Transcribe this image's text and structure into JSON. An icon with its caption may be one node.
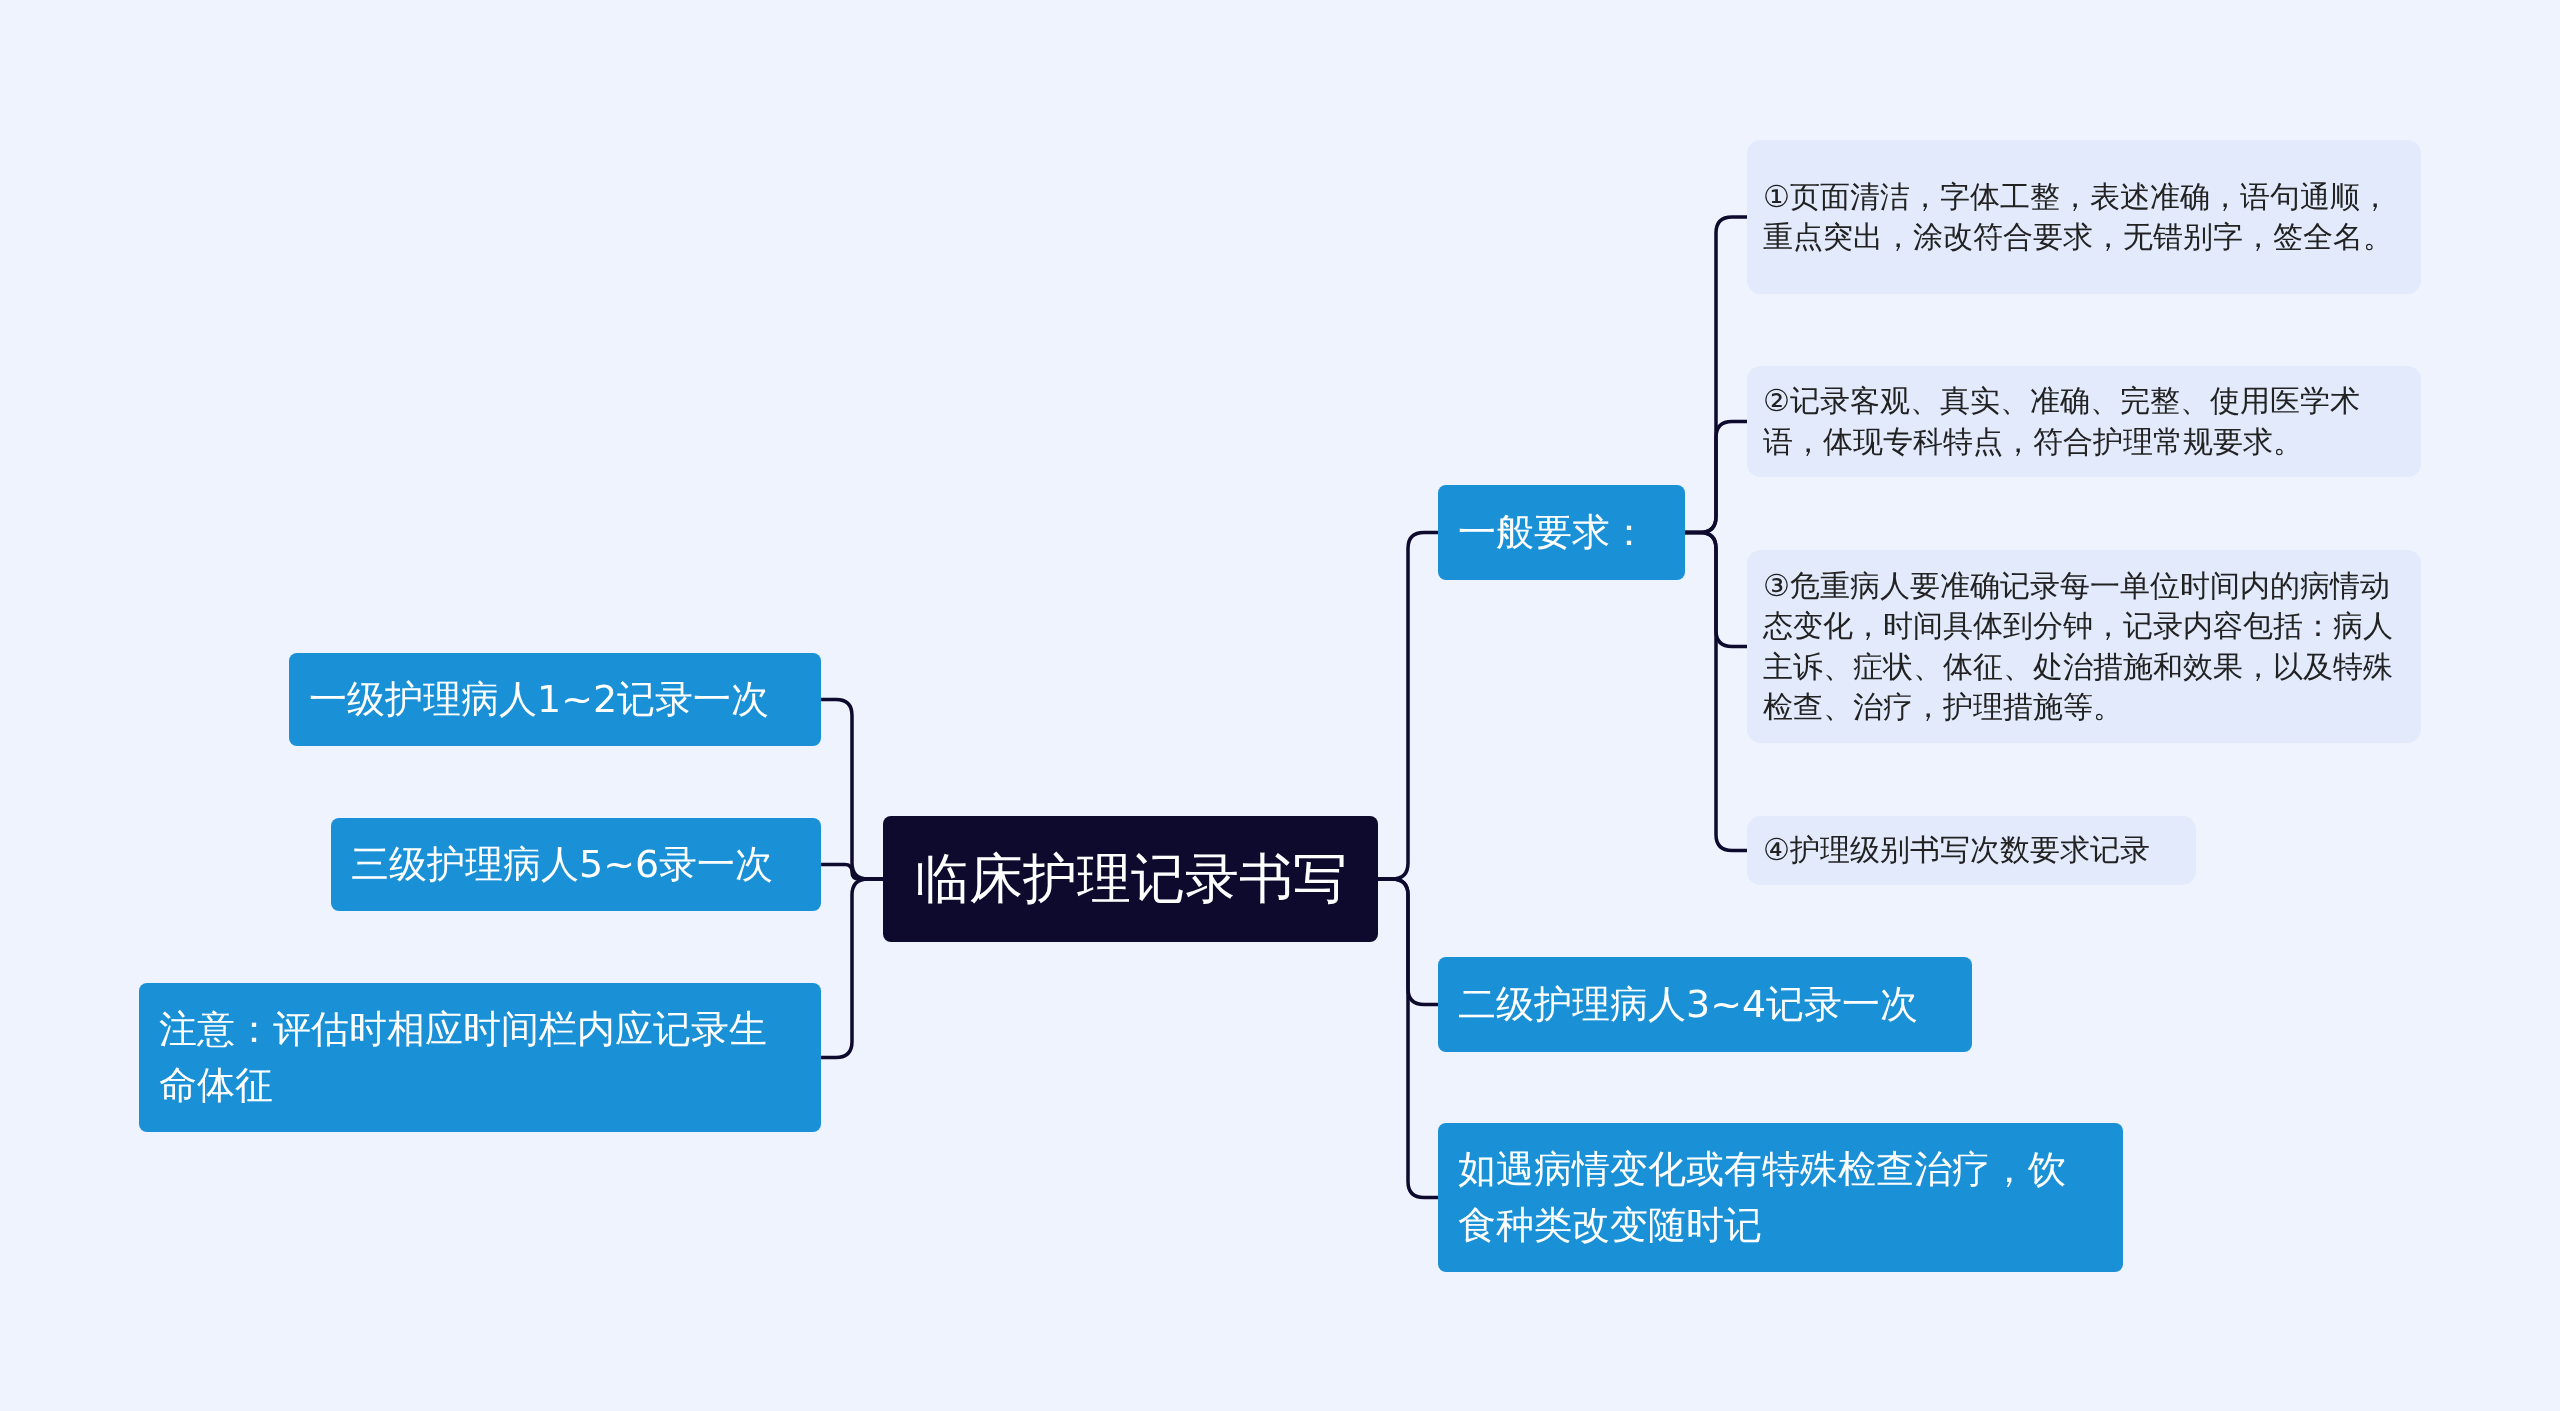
{
  "diagram": {
    "nodes": [
      {
        "text": [
          "临床护理记录书写"
        ]
      },
      {
        "text": [
          "一般要求："
        ]
      },
      {
        "text": [
          "①页面清洁，字体工整，表述准确，语句通顺，重点突出，涂改符合要求，无错别字，签全名。"
        ]
      },
      {
        "text": [
          "②记录客观、真实、准确、完整、使用医学术语，体现专科特点，符合护理常规要求。"
        ]
      },
      {
        "text": [
          "③危重病人要准确记录每一单位时间内的病情动态变化，时间具体到分钟，记录内容包括：病人主诉、症状、体征、处治措施和效果，以及特殊检查、治疗，护理措施等。"
        ]
      },
      {
        "text": [
          "④护理级别书写次数要求记录"
        ]
      },
      {
        "text": [
          "二级护理病人3~4记录一次"
        ]
      },
      {
        "text": [
          "如遇病情变化或有特殊检查治疗，饮食种类改变随时记"
        ]
      },
      {
        "text": [
          "一级护理病人1~2记录一次"
        ]
      },
      {
        "text": [
          "三级护理病人5~6录一次"
        ]
      },
      {
        "text": [
          "注意：评估时相应时间栏内应记录生命体征"
        ]
      }
    ],
    "edges": [
      {
        "from": 0,
        "to": 1,
        "arrow": "none"
      },
      {
        "from": 1,
        "to": 2,
        "arrow": "none"
      },
      {
        "from": 1,
        "to": 3,
        "arrow": "none"
      },
      {
        "from": 1,
        "to": 4,
        "arrow": "none"
      },
      {
        "from": 1,
        "to": 5,
        "arrow": "none"
      },
      {
        "from": 0,
        "to": 6,
        "arrow": "none"
      },
      {
        "from": 0,
        "to": 7,
        "arrow": "none"
      },
      {
        "from": 0,
        "to": 8,
        "arrow": "none"
      },
      {
        "from": 0,
        "to": 9,
        "arrow": "none"
      },
      {
        "from": 0,
        "to": 10,
        "arrow": "none"
      }
    ]
  }
}
